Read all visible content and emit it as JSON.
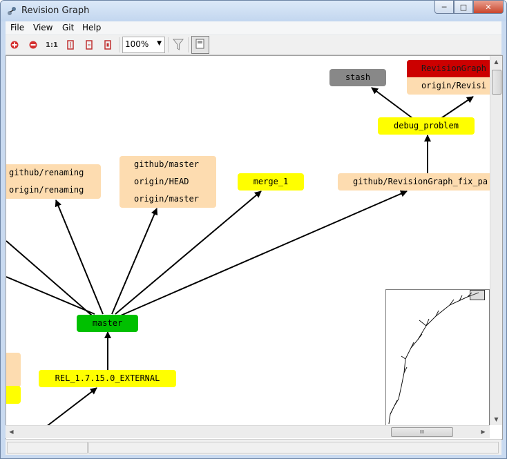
{
  "window": {
    "title": "Revision Graph",
    "minimize": "─",
    "maximize": "□",
    "close": "✕"
  },
  "menu": [
    "File",
    "View",
    "Git",
    "Help"
  ],
  "toolbar": {
    "zoom_in_icon": "zoom-in-icon",
    "zoom_out_icon": "zoom-out-icon",
    "zoom_one_label": "1:1",
    "zoom_value": "100%",
    "filter_icon": "filter-icon",
    "overview_toggle_icon": "overview-icon"
  },
  "graph": {
    "nodes": {
      "stash": "stash",
      "revisiongraph_red": "RevisionGraph",
      "origin_revisi": "origin/Revisi",
      "debug_problem": "debug_problem",
      "renaming_1": "github/renaming",
      "renaming_2": "origin/renaming",
      "master_1": "github/master",
      "master_2": "origin/HEAD",
      "master_3": "origin/master",
      "merge_1": "merge_1",
      "fix_pa": "github/RevisionGraph_fix_pa",
      "master": "master",
      "rel": "REL_1.7.15.0_EXTERNAL"
    },
    "colors": {
      "tag_yellow": "#ffff00",
      "branch_peach": "#fddcb0",
      "head_green": "#00c000",
      "stash_gray": "#888888",
      "current_red": "#cc0000"
    }
  },
  "scroll": {
    "h_thumb_grip": "III"
  }
}
